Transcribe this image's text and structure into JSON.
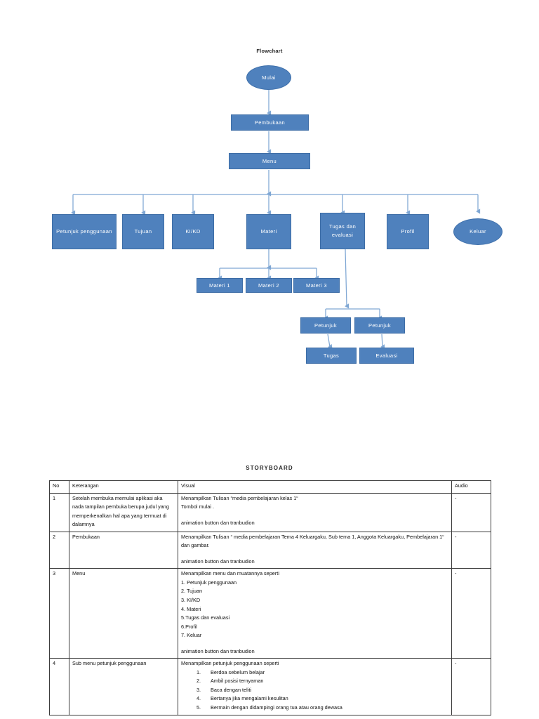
{
  "flowchart": {
    "title": "Flowchart",
    "nodes": [
      {
        "id": "mulai",
        "label": "Mulai",
        "shape": "ellipse"
      },
      {
        "id": "pembukaan",
        "label": "Pembukaan",
        "shape": "rect"
      },
      {
        "id": "menu",
        "label": "Menu",
        "shape": "rect"
      },
      {
        "id": "petunjuk-penggunaan",
        "label": "Petunjuk penggunaan",
        "shape": "rect"
      },
      {
        "id": "tujuan",
        "label": "Tujuan",
        "shape": "rect"
      },
      {
        "id": "ki-kd",
        "label": "KI/KD",
        "shape": "rect"
      },
      {
        "id": "materi",
        "label": "Materi",
        "shape": "rect"
      },
      {
        "id": "tugas-dan-evaluasi",
        "label": "Tugas dan evaluasi",
        "shape": "rect"
      },
      {
        "id": "profil",
        "label": "Profil",
        "shape": "rect"
      },
      {
        "id": "keluar",
        "label": "Keluar",
        "shape": "ellipse"
      },
      {
        "id": "materi-1",
        "label": "Materi 1",
        "shape": "rect"
      },
      {
        "id": "materi-2",
        "label": "Materi 2",
        "shape": "rect"
      },
      {
        "id": "materi-3",
        "label": "Materi 3",
        "shape": "rect"
      },
      {
        "id": "petunjuk-tugas",
        "label": "Petunjuk",
        "shape": "rect"
      },
      {
        "id": "petunjuk-evaluasi",
        "label": "Petunjuk",
        "shape": "rect"
      },
      {
        "id": "tugas",
        "label": "Tugas",
        "shape": "rect"
      },
      {
        "id": "evaluasi",
        "label": "Evaluasi",
        "shape": "rect"
      }
    ],
    "colors": {
      "node_fill": "#4f81bd",
      "node_border": "#3d6da6",
      "connector": "#7fa7d4",
      "node_text": "#ffffff"
    }
  },
  "storyboard": {
    "title": "STORYBOARD",
    "columns": [
      "No",
      "Keterangan",
      "Visual",
      "Audio"
    ],
    "rows": [
      {
        "no": "1",
        "keterangan": "Setelah membuka memulai aplikasi aka nada tampilan pembuka berupa judul yang memperkenalkan hal apa yang termuat di dalamnya",
        "visual_lines": [
          "Menampilkan Tulisan “media pembelajaran kelas 1“",
          "Tombol mulai ."
        ],
        "visual_note": "animation button dan tranbudion",
        "audio": "-"
      },
      {
        "no": "2",
        "keterangan": "Pembukaan",
        "visual_lines": [
          "Menampilkan Tulisan “ media pembelajaran Tema 4 Keluargaku, Sub tema 1, Anggota Keluargaku, Pembelajaran 1“ dan gambar."
        ],
        "visual_note": "animation button dan tranbudion",
        "audio": "-"
      },
      {
        "no": "3",
        "keterangan": "Menu",
        "visual_lines": [
          "Menampilkan menu dan muatannya seperti"
        ],
        "visual_list": [
          "1. Petunjuk penggunaan",
          "2. Tujuan",
          "3. KI/KD",
          "4. Materi",
          "5.Tugas dan evaluasi",
          "6.Profil",
          "7. Keluar"
        ],
        "visual_note": "animation button dan tranbudion",
        "audio": "-"
      },
      {
        "no": "4",
        "keterangan": "Sub menu petunjuk penggunaan",
        "visual_lines": [
          "Menampilkan petunjuk penggunaan seperti"
        ],
        "visual_numbered": [
          {
            "num": "1.",
            "text": "Berdoa sebelum belajar"
          },
          {
            "num": "2.",
            "text": "Ambil posisi ternyaman"
          },
          {
            "num": "3.",
            "text": "Baca dengan teliti"
          },
          {
            "num": "4.",
            "text": "Bertanya jika mengalami kesulitan"
          },
          {
            "num": "5.",
            "text": "Bermain dengan didampingi orang tua atau orang dewasa"
          }
        ],
        "audio": "-"
      }
    ]
  }
}
